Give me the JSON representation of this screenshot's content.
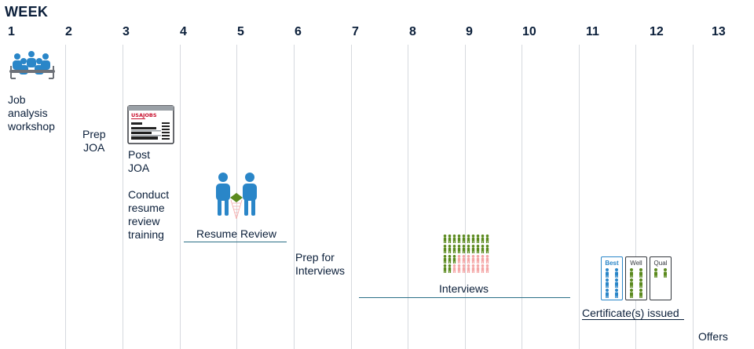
{
  "header": {
    "title": "WEEK"
  },
  "weeks": [
    "1",
    "2",
    "3",
    "4",
    "5",
    "6",
    "7",
    "8",
    "9",
    "10",
    "11",
    "12",
    "13"
  ],
  "activities": {
    "job_analysis": "Job\nanalysis\nworkshop",
    "prep_joa": "Prep\nJOA",
    "post_joa": "Post\nJOA",
    "conduct_training": "Conduct\nresume\nreview\ntraining",
    "resume_review": "Resume Review",
    "prep_interviews": "Prep for\nInterviews",
    "interviews": "Interviews",
    "certificates": "Certificate(s) issued",
    "offers": "Offers"
  },
  "usajobs_logo": "USAJOBS",
  "certificate_cards": [
    "Best",
    "Well",
    "Qual"
  ],
  "colors": {
    "primary": "#2a86c8",
    "green": "#5b8a1e",
    "pink": "#f4a6a6",
    "line": "#2b6f87",
    "dark": "#0b1f3a"
  }
}
